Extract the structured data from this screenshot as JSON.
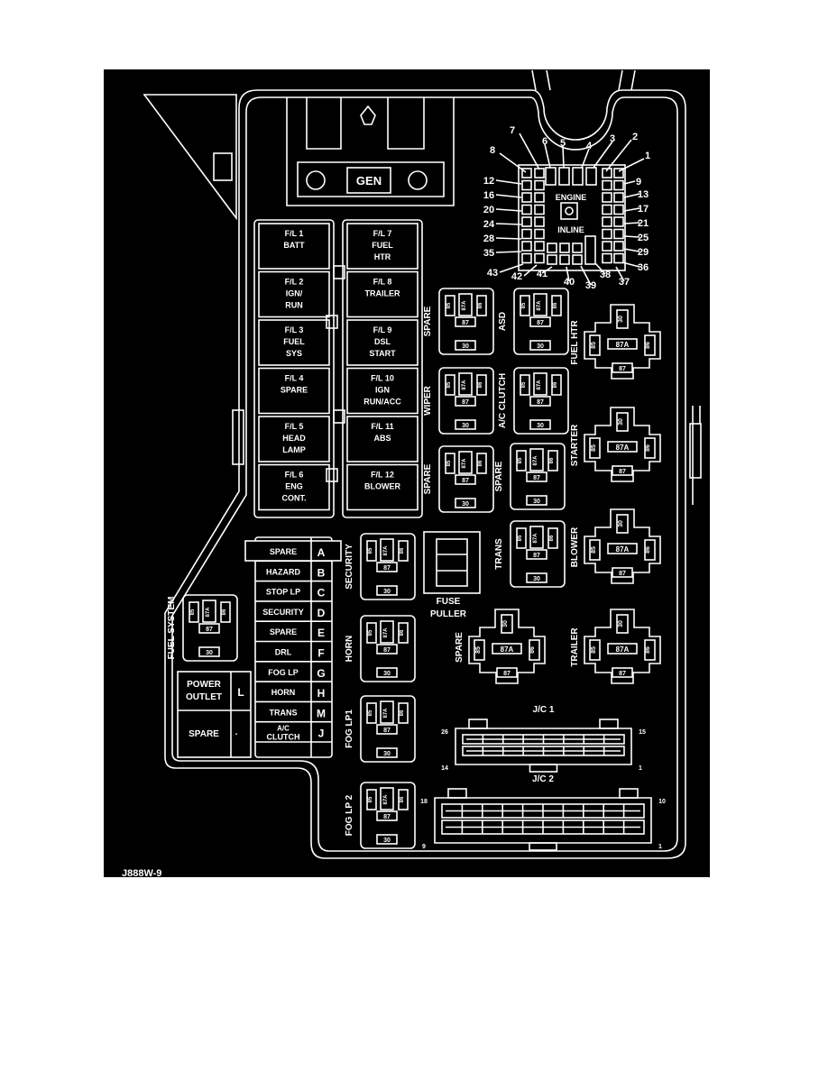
{
  "figure_id": "J888W-9",
  "generator": {
    "label": "GEN"
  },
  "fusible_links": {
    "left": [
      [
        "F/L 1",
        "BATT",
        ""
      ],
      [
        "F/L 2",
        "IGN/",
        "RUN"
      ],
      [
        "F/L 3",
        "FUEL",
        "SYS"
      ],
      [
        "F/L 4",
        "SPARE",
        ""
      ],
      [
        "F/L 5",
        "HEAD",
        "LAMP"
      ],
      [
        "F/L 6",
        "ENG",
        "CONT."
      ]
    ],
    "right": [
      [
        "F/L 7",
        "FUEL",
        "HTR"
      ],
      [
        "F/L 8",
        "TRAILER",
        ""
      ],
      [
        "F/L 9",
        "DSL",
        "START"
      ],
      [
        "F/L 10",
        "IGN",
        "RUN/ACC"
      ],
      [
        "F/L 11",
        "ABS",
        ""
      ],
      [
        "F/L 12",
        "BLOWER",
        ""
      ]
    ]
  },
  "engine_inline": {
    "title": "ENGINE",
    "subtitle": "INLINE",
    "pins": [
      "1",
      "2",
      "3",
      "4",
      "5",
      "6",
      "7",
      "8",
      "9",
      "12",
      "13",
      "16",
      "17",
      "20",
      "21",
      "24",
      "25",
      "28",
      "29",
      "35",
      "36",
      "37",
      "38",
      "39",
      "40",
      "41",
      "42",
      "43"
    ]
  },
  "relay_terminals": {
    "t85": "85",
    "t87a": "87A",
    "t86": "86",
    "t87": "87",
    "t30": "30"
  },
  "mini_relays": [
    "SPARE",
    "ASD",
    "WIPER",
    "A/C CLUTCH",
    "SPARE",
    "SPARE",
    "TRANS",
    "SECURITY",
    "HORN",
    "FOG LP1",
    "FOG LP 2",
    "FUEL SYSTEM"
  ],
  "large_relays": [
    "FUEL HTR",
    "STARTER",
    "BLOWER",
    "TRAILER",
    "SPARE"
  ],
  "fuse_puller": [
    "FUSE",
    "PULLER"
  ],
  "mini_fuses": [
    {
      "name": "SPARE",
      "letter": "A"
    },
    {
      "name": "HAZARD",
      "letter": "B"
    },
    {
      "name": "STOP LP",
      "letter": "C"
    },
    {
      "name": "SECURITY",
      "letter": "D"
    },
    {
      "name": "SPARE",
      "letter": "E"
    },
    {
      "name": "DRL",
      "letter": "F"
    },
    {
      "name": "FOG LP",
      "letter": "G"
    },
    {
      "name": "HORN",
      "letter": "H"
    },
    {
      "name": "TRANS",
      "letter": "M"
    },
    {
      "name": "A/C|CLUTCH",
      "letter": "J"
    }
  ],
  "power_outlet": {
    "label1": "POWER",
    "label2": "OUTLET",
    "letter": "L",
    "spare": "SPARE",
    "spare_letter": "."
  },
  "jc1": {
    "title": "J/C 1",
    "pins": [
      "26",
      "15",
      "14",
      "1"
    ]
  },
  "jc2": {
    "title": "J/C 2",
    "pins": [
      "18",
      "10",
      "9",
      "1"
    ]
  }
}
